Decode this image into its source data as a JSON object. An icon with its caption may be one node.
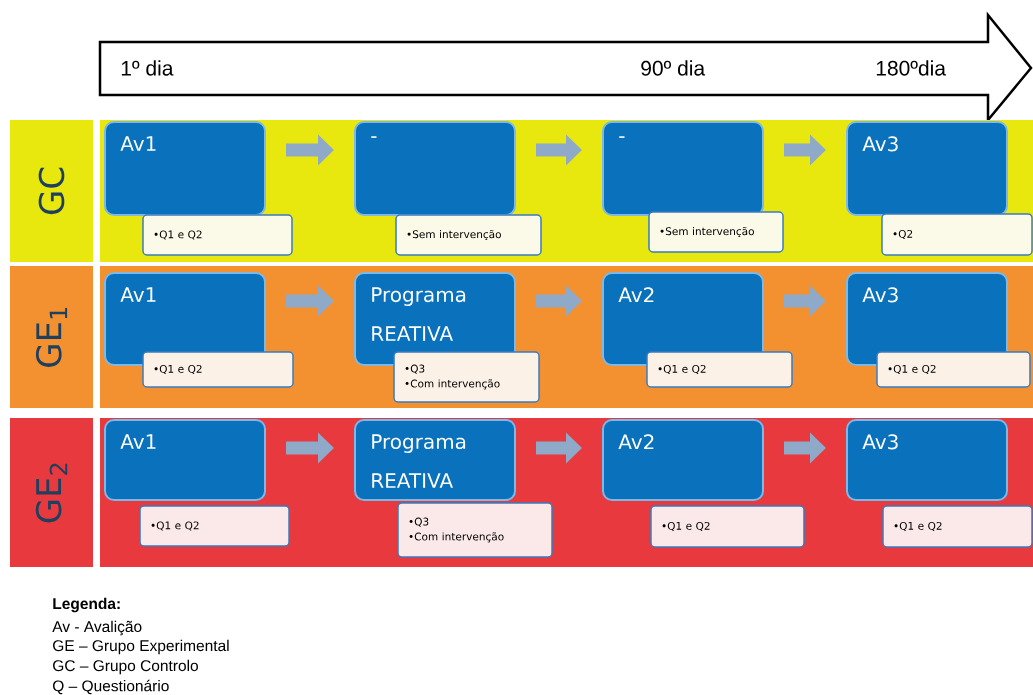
{
  "diagram": {
    "nodes": [
      {
        "text": [
          "1º dia",
          "90º dia",
          "180ºdia"
        ]
      },
      {
        "text": [
          "GC"
        ]
      },
      {
        "text": [],
        "shape": "band"
      },
      {
        "text": [
          "Av1"
        ],
        "in": 2
      },
      {
        "text": [
          "•Q1 e Q2"
        ],
        "in": 2
      },
      {
        "text": [
          "-"
        ],
        "in": 2
      },
      {
        "text": [
          "•Sem intervenção"
        ],
        "in": 2
      },
      {
        "text": [
          "-"
        ],
        "in": 2
      },
      {
        "text": [
          "•Sem intervenção"
        ],
        "in": 2
      },
      {
        "text": [
          "Av3"
        ],
        "in": 2
      },
      {
        "text": [
          "•Q2"
        ],
        "in": 2
      },
      {
        "text": [
          "GE$_{1}$"
        ]
      },
      {
        "text": [],
        "shape": "band"
      },
      {
        "text": [
          "Av1"
        ],
        "in": 12
      },
      {
        "text": [
          "•Q1 e Q2"
        ],
        "in": 12
      },
      {
        "text": [
          "Programa REATIVA"
        ],
        "in": 12
      },
      {
        "text": [
          "•Q3",
          "•Com intervenção"
        ],
        "in": 12
      },
      {
        "text": [
          "Av2"
        ],
        "in": 12
      },
      {
        "text": [
          "•Q1 e Q2"
        ],
        "in": 12
      },
      {
        "text": [
          "Av3"
        ],
        "in": 12
      },
      {
        "text": [
          "•Q1 e Q2"
        ],
        "in": 12
      },
      {
        "text": [
          "GE$_{2}$"
        ]
      },
      {
        "text": [],
        "shape": "band"
      },
      {
        "text": [
          "Av1"
        ],
        "in": 22
      },
      {
        "text": [
          "•Q1 e Q2"
        ],
        "in": 22
      },
      {
        "text": [
          "Programa REATIVA"
        ],
        "in": 22
      },
      {
        "text": [
          "•Q3",
          "•Com intervenção"
        ],
        "in": 22
      },
      {
        "text": [
          "Av2"
        ],
        "in": 22
      },
      {
        "text": [
          "•Q1 e Q2"
        ],
        "in": 22
      },
      {
        "text": [
          "Av3"
        ],
        "in": 22
      },
      {
        "text": [
          "•Q1 e Q2"
        ],
        "in": 22
      }
    ],
    "edges": [
      {
        "from": 3,
        "to": 5,
        "arrow": "to"
      },
      {
        "from": 5,
        "to": 7,
        "arrow": "to"
      },
      {
        "from": 7,
        "to": 9,
        "arrow": "to"
      },
      {
        "from": 13,
        "to": 15,
        "arrow": "to"
      },
      {
        "from": 15,
        "to": 17,
        "arrow": "to"
      },
      {
        "from": 17,
        "to": 19,
        "arrow": "to"
      },
      {
        "from": 23,
        "to": 25,
        "arrow": "to"
      },
      {
        "from": 25,
        "to": 27,
        "arrow": "to"
      },
      {
        "from": 27,
        "to": 29,
        "arrow": "to"
      }
    ],
    "labels": [
      "Legenda:",
      "Av - Avalição",
      "GE – Grupo Experimental",
      "GC – Grupo Controlo",
      "Q – Questionário"
    ]
  }
}
